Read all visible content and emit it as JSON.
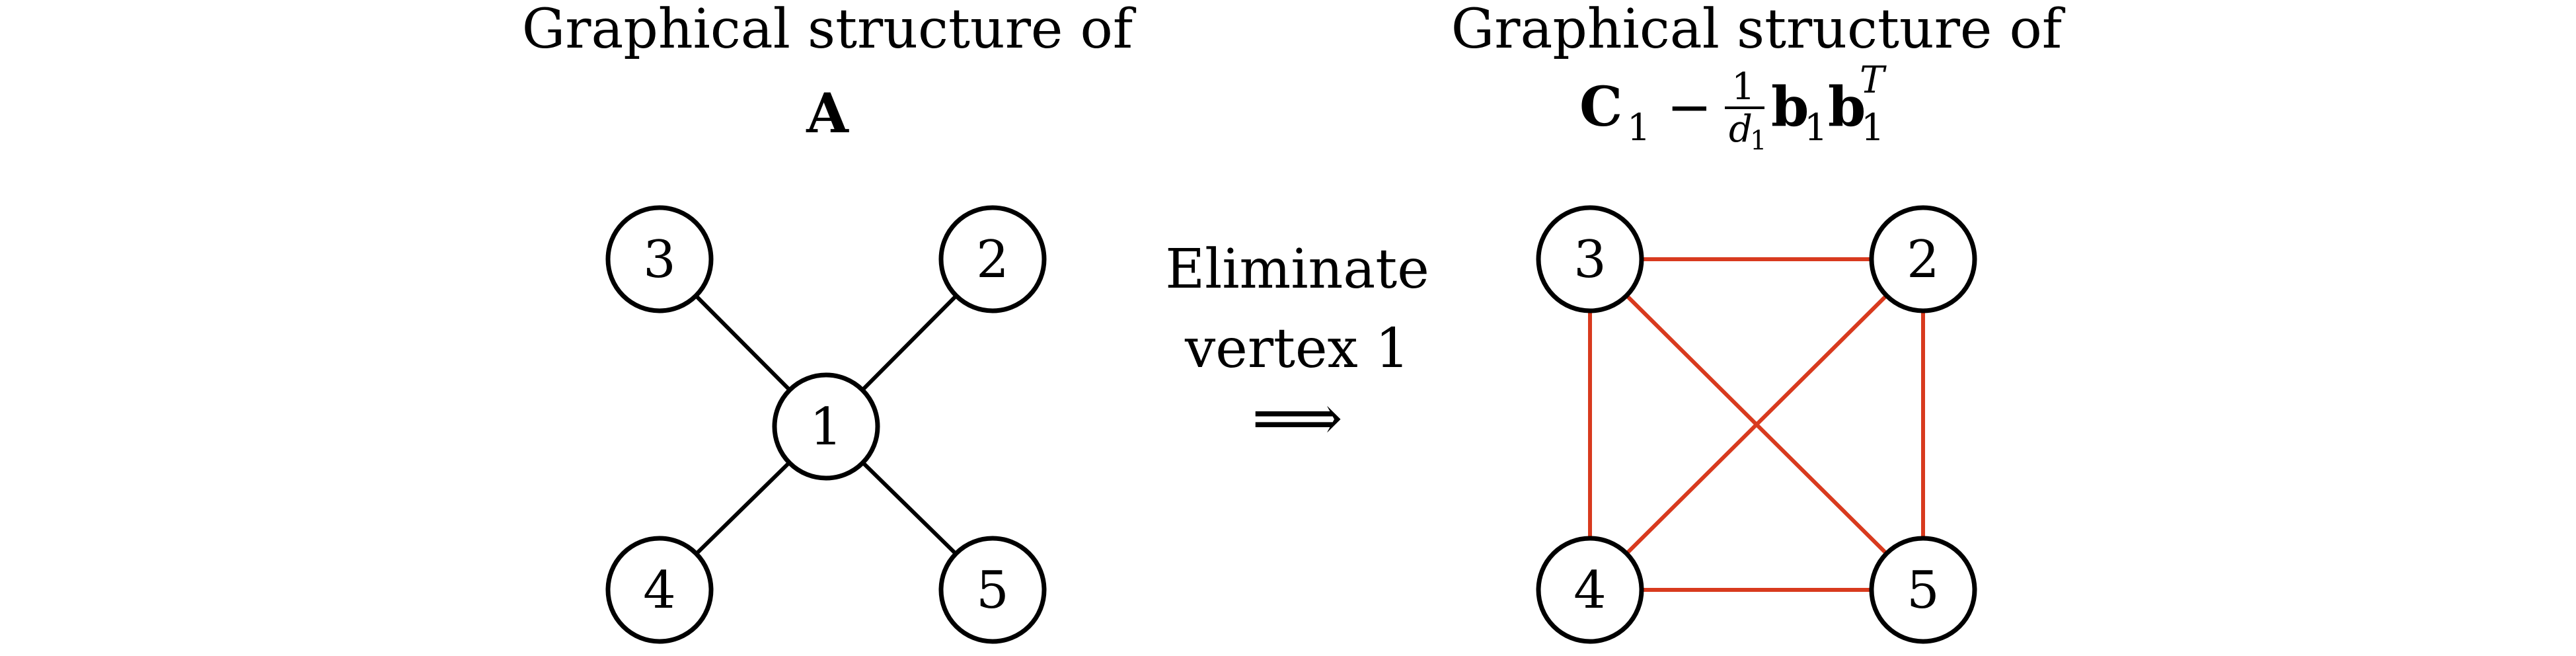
{
  "left_panel": {
    "title_line1": "Graphical structure of",
    "title_line2": "A",
    "edge_color": "#000000",
    "nodes": [
      {
        "id": "3",
        "label": "3"
      },
      {
        "id": "2",
        "label": "2"
      },
      {
        "id": "1",
        "label": "1"
      },
      {
        "id": "4",
        "label": "4"
      },
      {
        "id": "5",
        "label": "5"
      }
    ],
    "edges": [
      [
        "1",
        "3"
      ],
      [
        "1",
        "2"
      ],
      [
        "1",
        "4"
      ],
      [
        "1",
        "5"
      ]
    ]
  },
  "arrow": {
    "line1": "Eliminate",
    "line2": "vertex 1",
    "symbol": "⟹"
  },
  "right_panel": {
    "title_line1": "Graphical structure of",
    "formula": {
      "C": "C",
      "C_sub": "1",
      "minus": "−",
      "frac_num": "1",
      "frac_den": "d",
      "frac_den_sub": "1",
      "b1": "b",
      "b1_sub": "1",
      "b2": "b",
      "b2_sub": "1",
      "b2_sup": "T"
    },
    "edge_color": "#d83a1e",
    "nodes": [
      {
        "id": "3",
        "label": "3"
      },
      {
        "id": "2",
        "label": "2"
      },
      {
        "id": "4",
        "label": "4"
      },
      {
        "id": "5",
        "label": "5"
      }
    ],
    "edges": [
      [
        "3",
        "2"
      ],
      [
        "3",
        "4"
      ],
      [
        "3",
        "5"
      ],
      [
        "2",
        "4"
      ],
      [
        "2",
        "5"
      ],
      [
        "4",
        "5"
      ]
    ]
  }
}
